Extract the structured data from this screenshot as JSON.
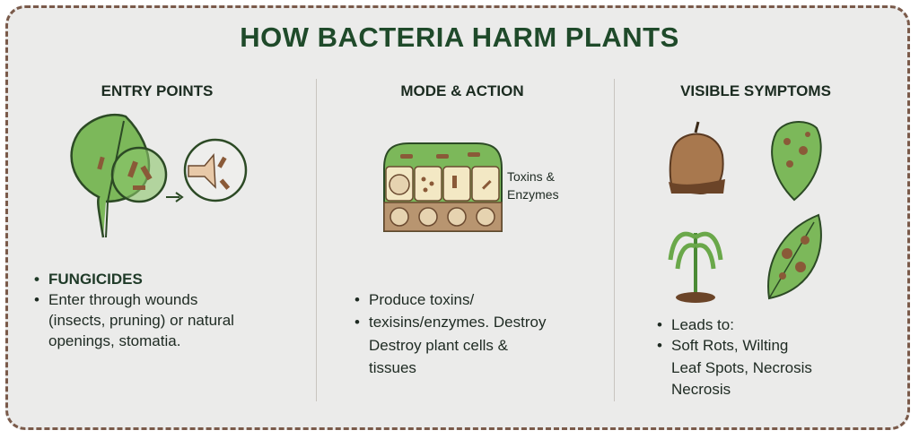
{
  "title": "HOW BACTERIA HARM PLANTS",
  "columns": [
    {
      "heading": "ENTRY POINTS",
      "bullets": [
        "FUNGICIDES",
        "Enter through wounds",
        "(insects, pruning) or natural",
        "openings, stomatia."
      ]
    },
    {
      "heading": "MODE & ACTION",
      "labels": [
        "Toxins &",
        "Enzymes"
      ],
      "bullets": [
        "Produce toxins/",
        "texisins/enzymes. Destroy",
        "Destroy plant cells &",
        "tissues"
      ]
    },
    {
      "heading": "VISIBLE SYMPTOMS",
      "bullets": [
        "Leads to:",
        "Soft Rots, Wilting",
        "Leaf Spots, Necrosis",
        "Necrosis"
      ]
    }
  ],
  "colors": {
    "title": "#1f4a2a",
    "leaf": "#7cb85a",
    "rot": "#8a5a38",
    "border": "#7a5a4a"
  }
}
